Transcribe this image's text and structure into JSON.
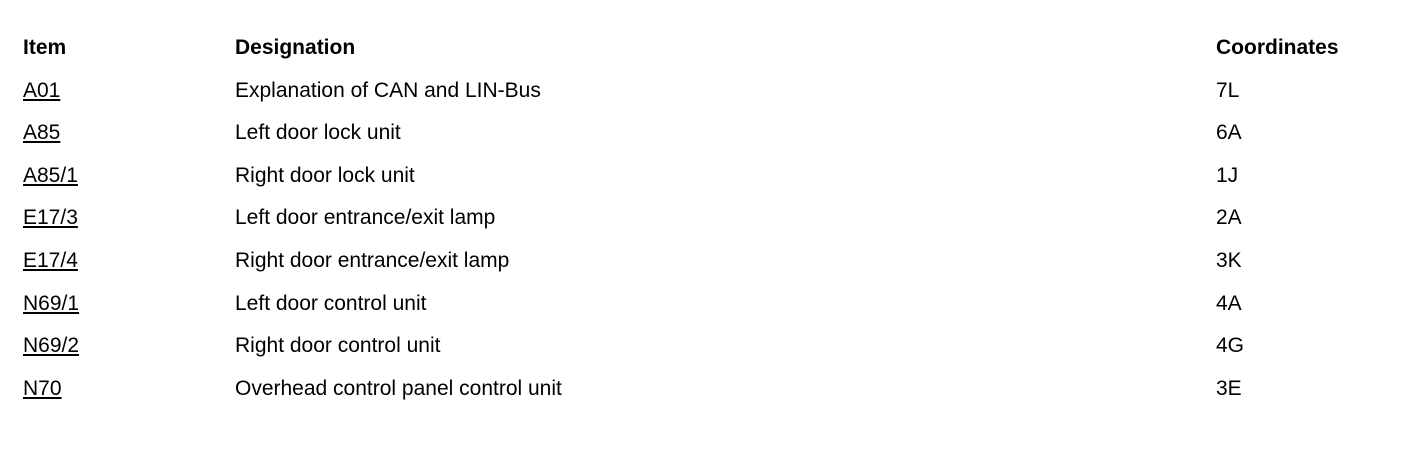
{
  "headers": {
    "item": "Item",
    "designation": "Designation",
    "coordinates": "Coordinates"
  },
  "rows": [
    {
      "item": "A01",
      "designation": "Explanation of CAN and LIN-Bus",
      "coordinates": "7L"
    },
    {
      "item": "A85",
      "designation": "Left door lock unit",
      "coordinates": "6A"
    },
    {
      "item": "A85/1",
      "designation": "Right door lock unit",
      "coordinates": "1J"
    },
    {
      "item": "E17/3",
      "designation": "Left door entrance/exit lamp",
      "coordinates": "2A"
    },
    {
      "item": "E17/4",
      "designation": "Right door entrance/exit lamp",
      "coordinates": "3K"
    },
    {
      "item": "N69/1",
      "designation": "Left door control unit",
      "coordinates": "4A"
    },
    {
      "item": "N69/2",
      "designation": "Right door control unit",
      "coordinates": "4G"
    },
    {
      "item": "N70",
      "designation": "Overhead control panel control unit",
      "coordinates": "3E"
    }
  ]
}
